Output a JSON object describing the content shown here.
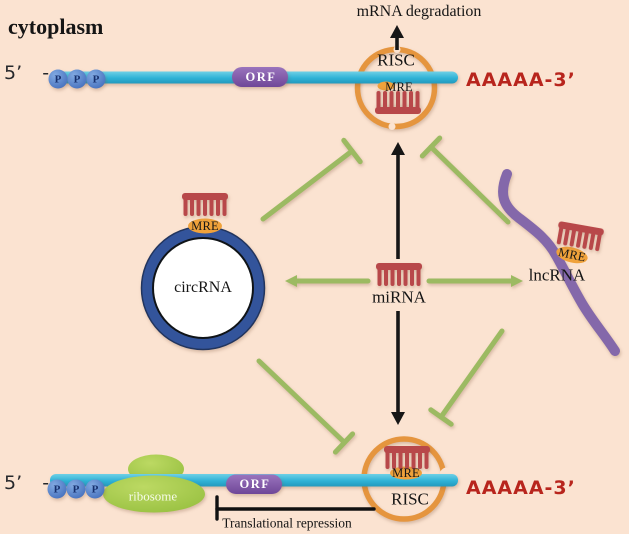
{
  "title": "cytoplasm",
  "colors": {
    "background": "#fbe3d1",
    "mrna_bar_cyan": "#38b6d9",
    "risc_ring_orange": "#e5953e",
    "mre_badge_orange": "#f0a23b",
    "mirna_duplex_red": "#b8484a",
    "green_arrow": "#9cba62",
    "circrna_blue": "#33549b",
    "lncrna_purple": "#8468aa",
    "orf_purple": "#7d55a4",
    "ribosome_green": "#9cc43f",
    "phosphate_blue": "#4a7cc9",
    "poly_a_red": "#b8251d",
    "black_arrow": "#161616"
  },
  "top_mrna": {
    "five_prime": "5’  -",
    "phosphates": [
      "P",
      "P",
      "P"
    ],
    "orf": "ORF",
    "risc": "RISC",
    "mre": "MRE",
    "poly_a": "AAAAA-3’",
    "degradation_label": "mRNA degradation"
  },
  "center": {
    "mirna": "miRNA"
  },
  "circrna": {
    "label": "circRNA",
    "mre": "MRE"
  },
  "lncrna": {
    "label": "lncRNA",
    "mre": "MRE"
  },
  "bottom_mrna": {
    "five_prime": "5’  -",
    "phosphates": [
      "P",
      "P",
      "P"
    ],
    "ribosome": "ribosome",
    "orf": "ORF",
    "risc": "RISC",
    "mre": "MRE",
    "poly_a": "AAAAA-3’",
    "repression_label": "Translational repression"
  }
}
